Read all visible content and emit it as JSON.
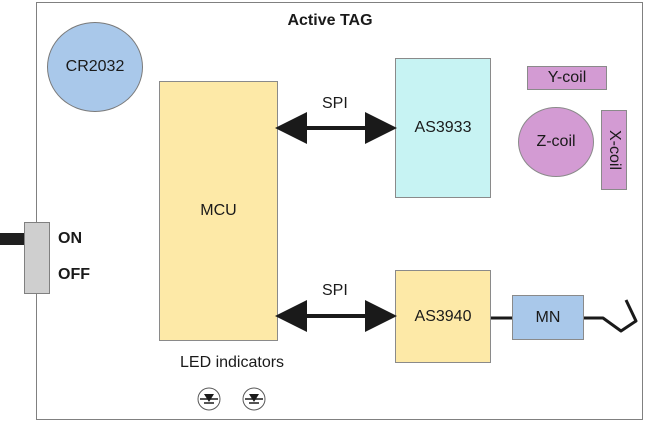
{
  "title": "Active TAG",
  "battery": {
    "label": "CR2032"
  },
  "switch": {
    "on_label": "ON",
    "off_label": "OFF"
  },
  "mcu": {
    "label": "MCU"
  },
  "as3933": {
    "label": "AS3933"
  },
  "as3940": {
    "label": "AS3940"
  },
  "mn": {
    "label": "MN"
  },
  "coils": {
    "y": "Y-coil",
    "z": "Z-coil",
    "x": "X-coil"
  },
  "links": {
    "spi_top": "SPI",
    "spi_bottom": "SPI"
  },
  "leds": {
    "label": "LED indicators"
  },
  "colors": {
    "mcu": "#fde9a7",
    "as3933": "#c7f3f3",
    "as3940": "#fde9a7",
    "mn": "#a9c8ea",
    "battery": "#a9c8ea",
    "coils": "#d39bd3"
  }
}
